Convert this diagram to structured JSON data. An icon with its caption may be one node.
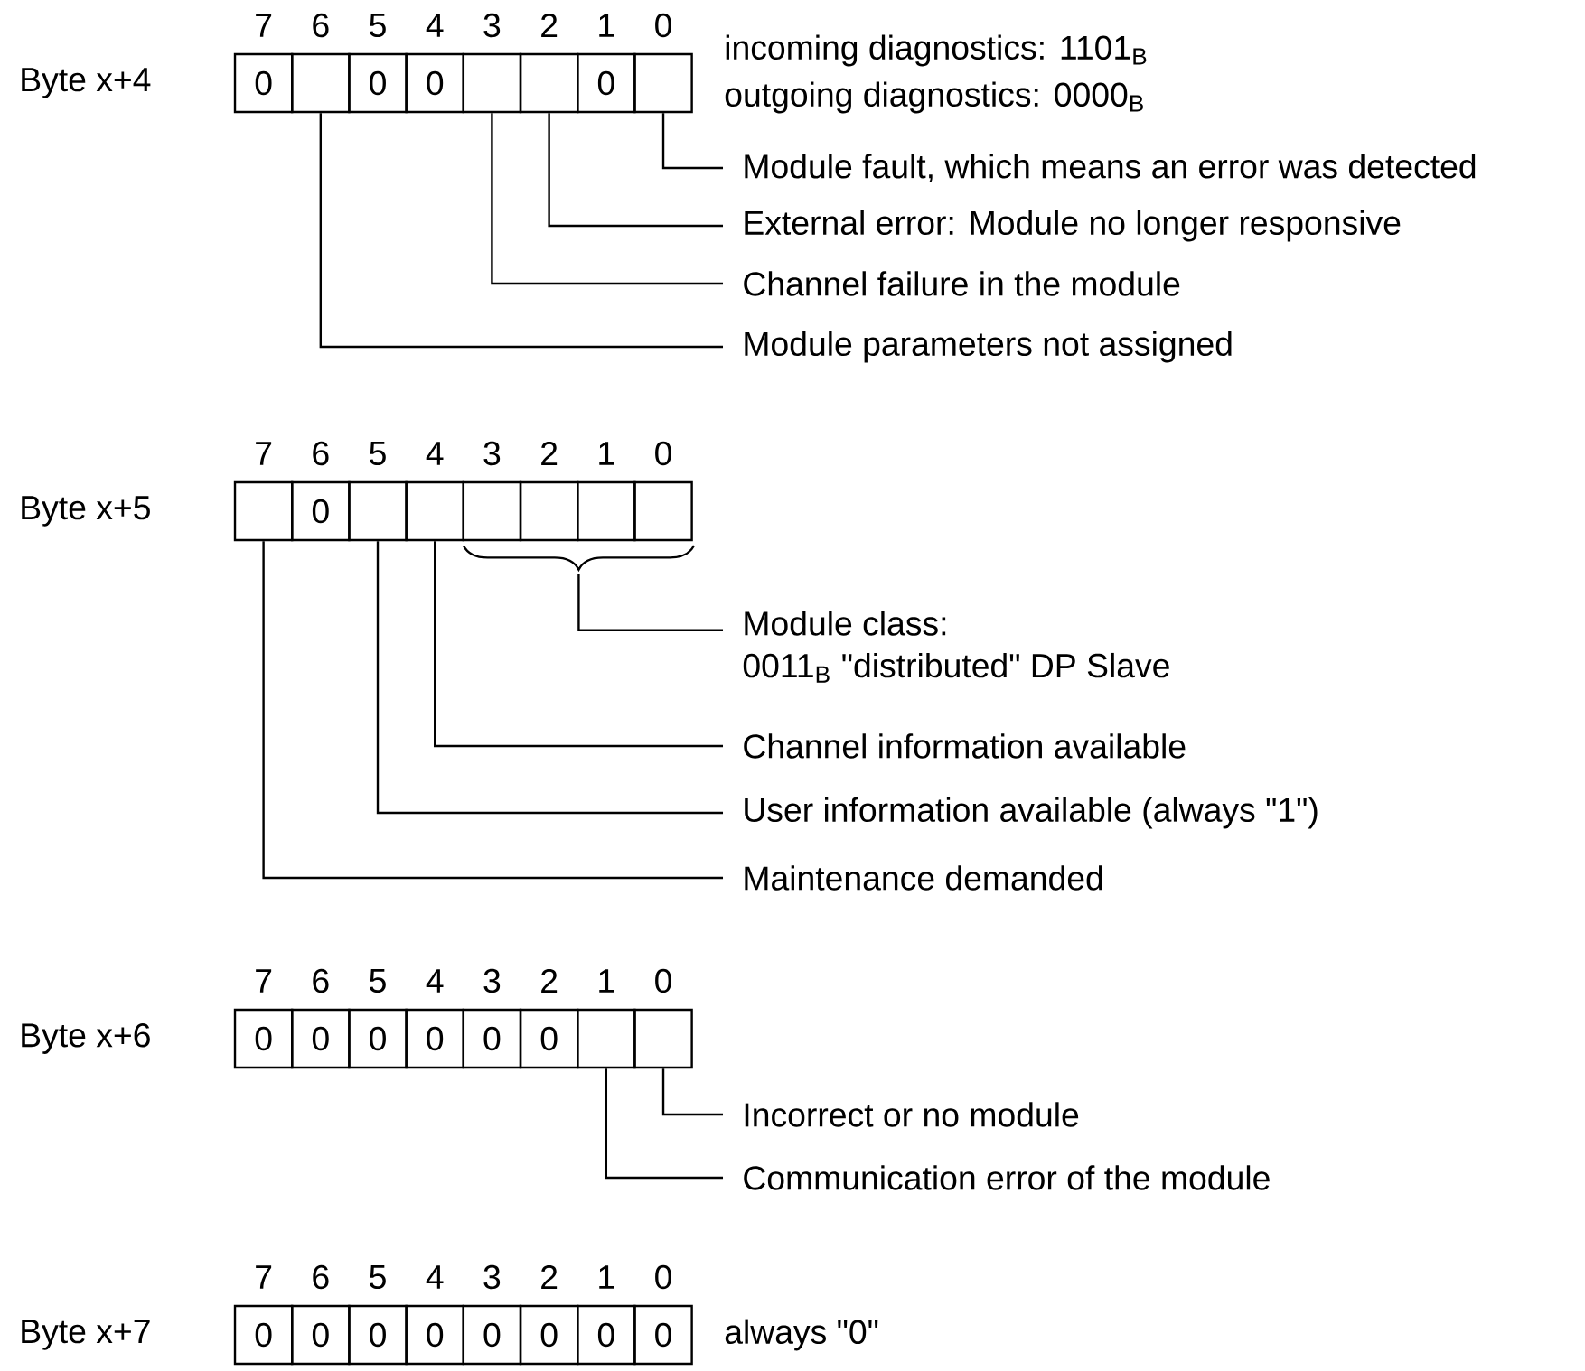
{
  "diagram": {
    "nodes": [
      {
        "text": [
          "0"
        ]
      },
      {
        "text": [],
        "shape": "box"
      },
      {
        "text": [
          "0"
        ]
      },
      {
        "text": [
          "0"
        ]
      },
      {
        "text": [],
        "shape": "box"
      },
      {
        "text": [],
        "shape": "box"
      },
      {
        "text": [
          "0"
        ]
      },
      {
        "text": [],
        "shape": "box"
      },
      {
        "text": [
          "Module fault, which means an error was detected"
        ]
      },
      {
        "text": [
          "External error: Module no longer responsive"
        ]
      },
      {
        "text": [
          "Channel failure in the module"
        ]
      },
      {
        "text": [
          "Module parameters not assigned"
        ]
      },
      {
        "text": [],
        "shape": "box"
      },
      {
        "text": [
          "0"
        ]
      },
      {
        "text": [],
        "shape": "box"
      },
      {
        "text": [],
        "shape": "box"
      },
      {
        "text": [],
        "shape": "box"
      },
      {
        "text": [],
        "shape": "box"
      },
      {
        "text": [],
        "shape": "box"
      },
      {
        "text": [],
        "shape": "box"
      },
      {
        "text": [],
        "shape": "bracket"
      },
      {
        "text": [
          "Module class:",
          "0011$_{B}$ \"distributed\" DP Slave"
        ]
      },
      {
        "text": [
          "Channel information available"
        ]
      },
      {
        "text": [
          "User information available (always \"1\")"
        ]
      },
      {
        "text": [
          "Maintenance demanded"
        ]
      },
      {
        "text": [
          "0"
        ]
      },
      {
        "text": [
          "0"
        ]
      },
      {
        "text": [
          "0"
        ]
      },
      {
        "text": [
          "0"
        ]
      },
      {
        "text": [
          "0"
        ]
      },
      {
        "text": [
          "0"
        ]
      },
      {
        "text": [],
        "shape": "box"
      },
      {
        "text": [],
        "shape": "box"
      },
      {
        "text": [
          "Incorrect or no module"
        ]
      },
      {
        "text": [
          "Communication error of the module"
        ]
      },
      {
        "text": [
          "0"
        ]
      },
      {
        "text": [
          "0"
        ]
      },
      {
        "text": [
          "0"
        ]
      },
      {
        "text": [
          "0"
        ]
      },
      {
        "text": [
          "0"
        ]
      },
      {
        "text": [
          "0"
        ]
      },
      {
        "text": [
          "0"
        ]
      },
      {
        "text": [
          "0"
        ]
      }
    ],
    "edges": [
      {
        "from": 8,
        "to": 7,
        "arrow": "none"
      },
      {
        "from": 9,
        "to": 5,
        "arrow": "none"
      },
      {
        "from": 10,
        "to": 4,
        "arrow": "none"
      },
      {
        "from": 11,
        "to": 1,
        "arrow": "none"
      },
      {
        "from": 21,
        "to": 20,
        "arrow": "none"
      },
      {
        "from": 22,
        "to": 15,
        "arrow": "none"
      },
      {
        "from": 23,
        "to": 14,
        "arrow": "none"
      },
      {
        "from": 24,
        "to": 12,
        "arrow": "none"
      },
      {
        "from": 33,
        "to": 32,
        "arrow": "none"
      },
      {
        "from": 34,
        "to": 31,
        "arrow": "none"
      }
    ],
    "labels": [
      "7",
      "6",
      "5",
      "4",
      "3",
      "2",
      "1",
      "0",
      "Byte x+4",
      "incoming diagnostics: 1101$_{B}$",
      "outgoing diagnostics: 0000$_{B}$",
      "7",
      "6",
      "5",
      "4",
      "3",
      "2",
      "1",
      "0",
      "Byte x+5",
      "7",
      "6",
      "5",
      "4",
      "3",
      "2",
      "1",
      "0",
      "Byte x+6",
      "7",
      "6",
      "5",
      "4",
      "3",
      "2",
      "1",
      "0",
      "Byte x+7",
      "always \"0\""
    ]
  }
}
